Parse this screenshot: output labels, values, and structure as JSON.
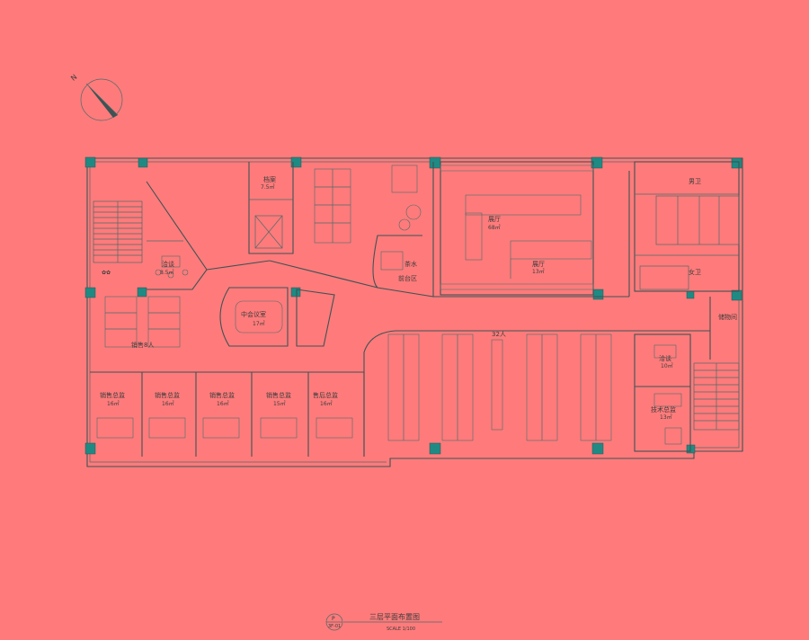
{
  "compass": {
    "north_label": "N",
    "icon": "north-arrow-icon"
  },
  "rooms": {
    "storage_top": "档案",
    "storage_top_area": "7.5㎡",
    "sales_open": "销售8人",
    "negotiation_left": "洽谈",
    "negotiation_left_area": "8.5㎡",
    "meeting_mid": "中会议室",
    "meeting_mid_area": "17㎡",
    "tea": "茶水",
    "tea_sub": "前台区",
    "exhibit_big": "展厅",
    "exhibit_big_area": "68㎡",
    "exhibit_small": "展厅",
    "exhibit_small_area": "13㎡",
    "wc_male": "男卫",
    "wc_female": "女卫",
    "storage_right": "储物间",
    "open_office": "32人",
    "negotiation_right": "洽谈",
    "negotiation_right_area": "10㎡",
    "tech_office": "技术总监",
    "tech_office_area": "13㎡",
    "offices": [
      {
        "name": "销售总监",
        "area": "16㎡"
      },
      {
        "name": "销售总监",
        "area": "16㎡"
      },
      {
        "name": "销售总监",
        "area": "16㎡"
      },
      {
        "name": "销售总监",
        "area": "15㎡"
      },
      {
        "name": "售后总监",
        "area": "16㎡"
      }
    ]
  },
  "title_block": {
    "symbol_top": "P",
    "symbol_bottom": "3F-01",
    "title": "三层平面布置图",
    "scale": "SCALE 1/100"
  }
}
